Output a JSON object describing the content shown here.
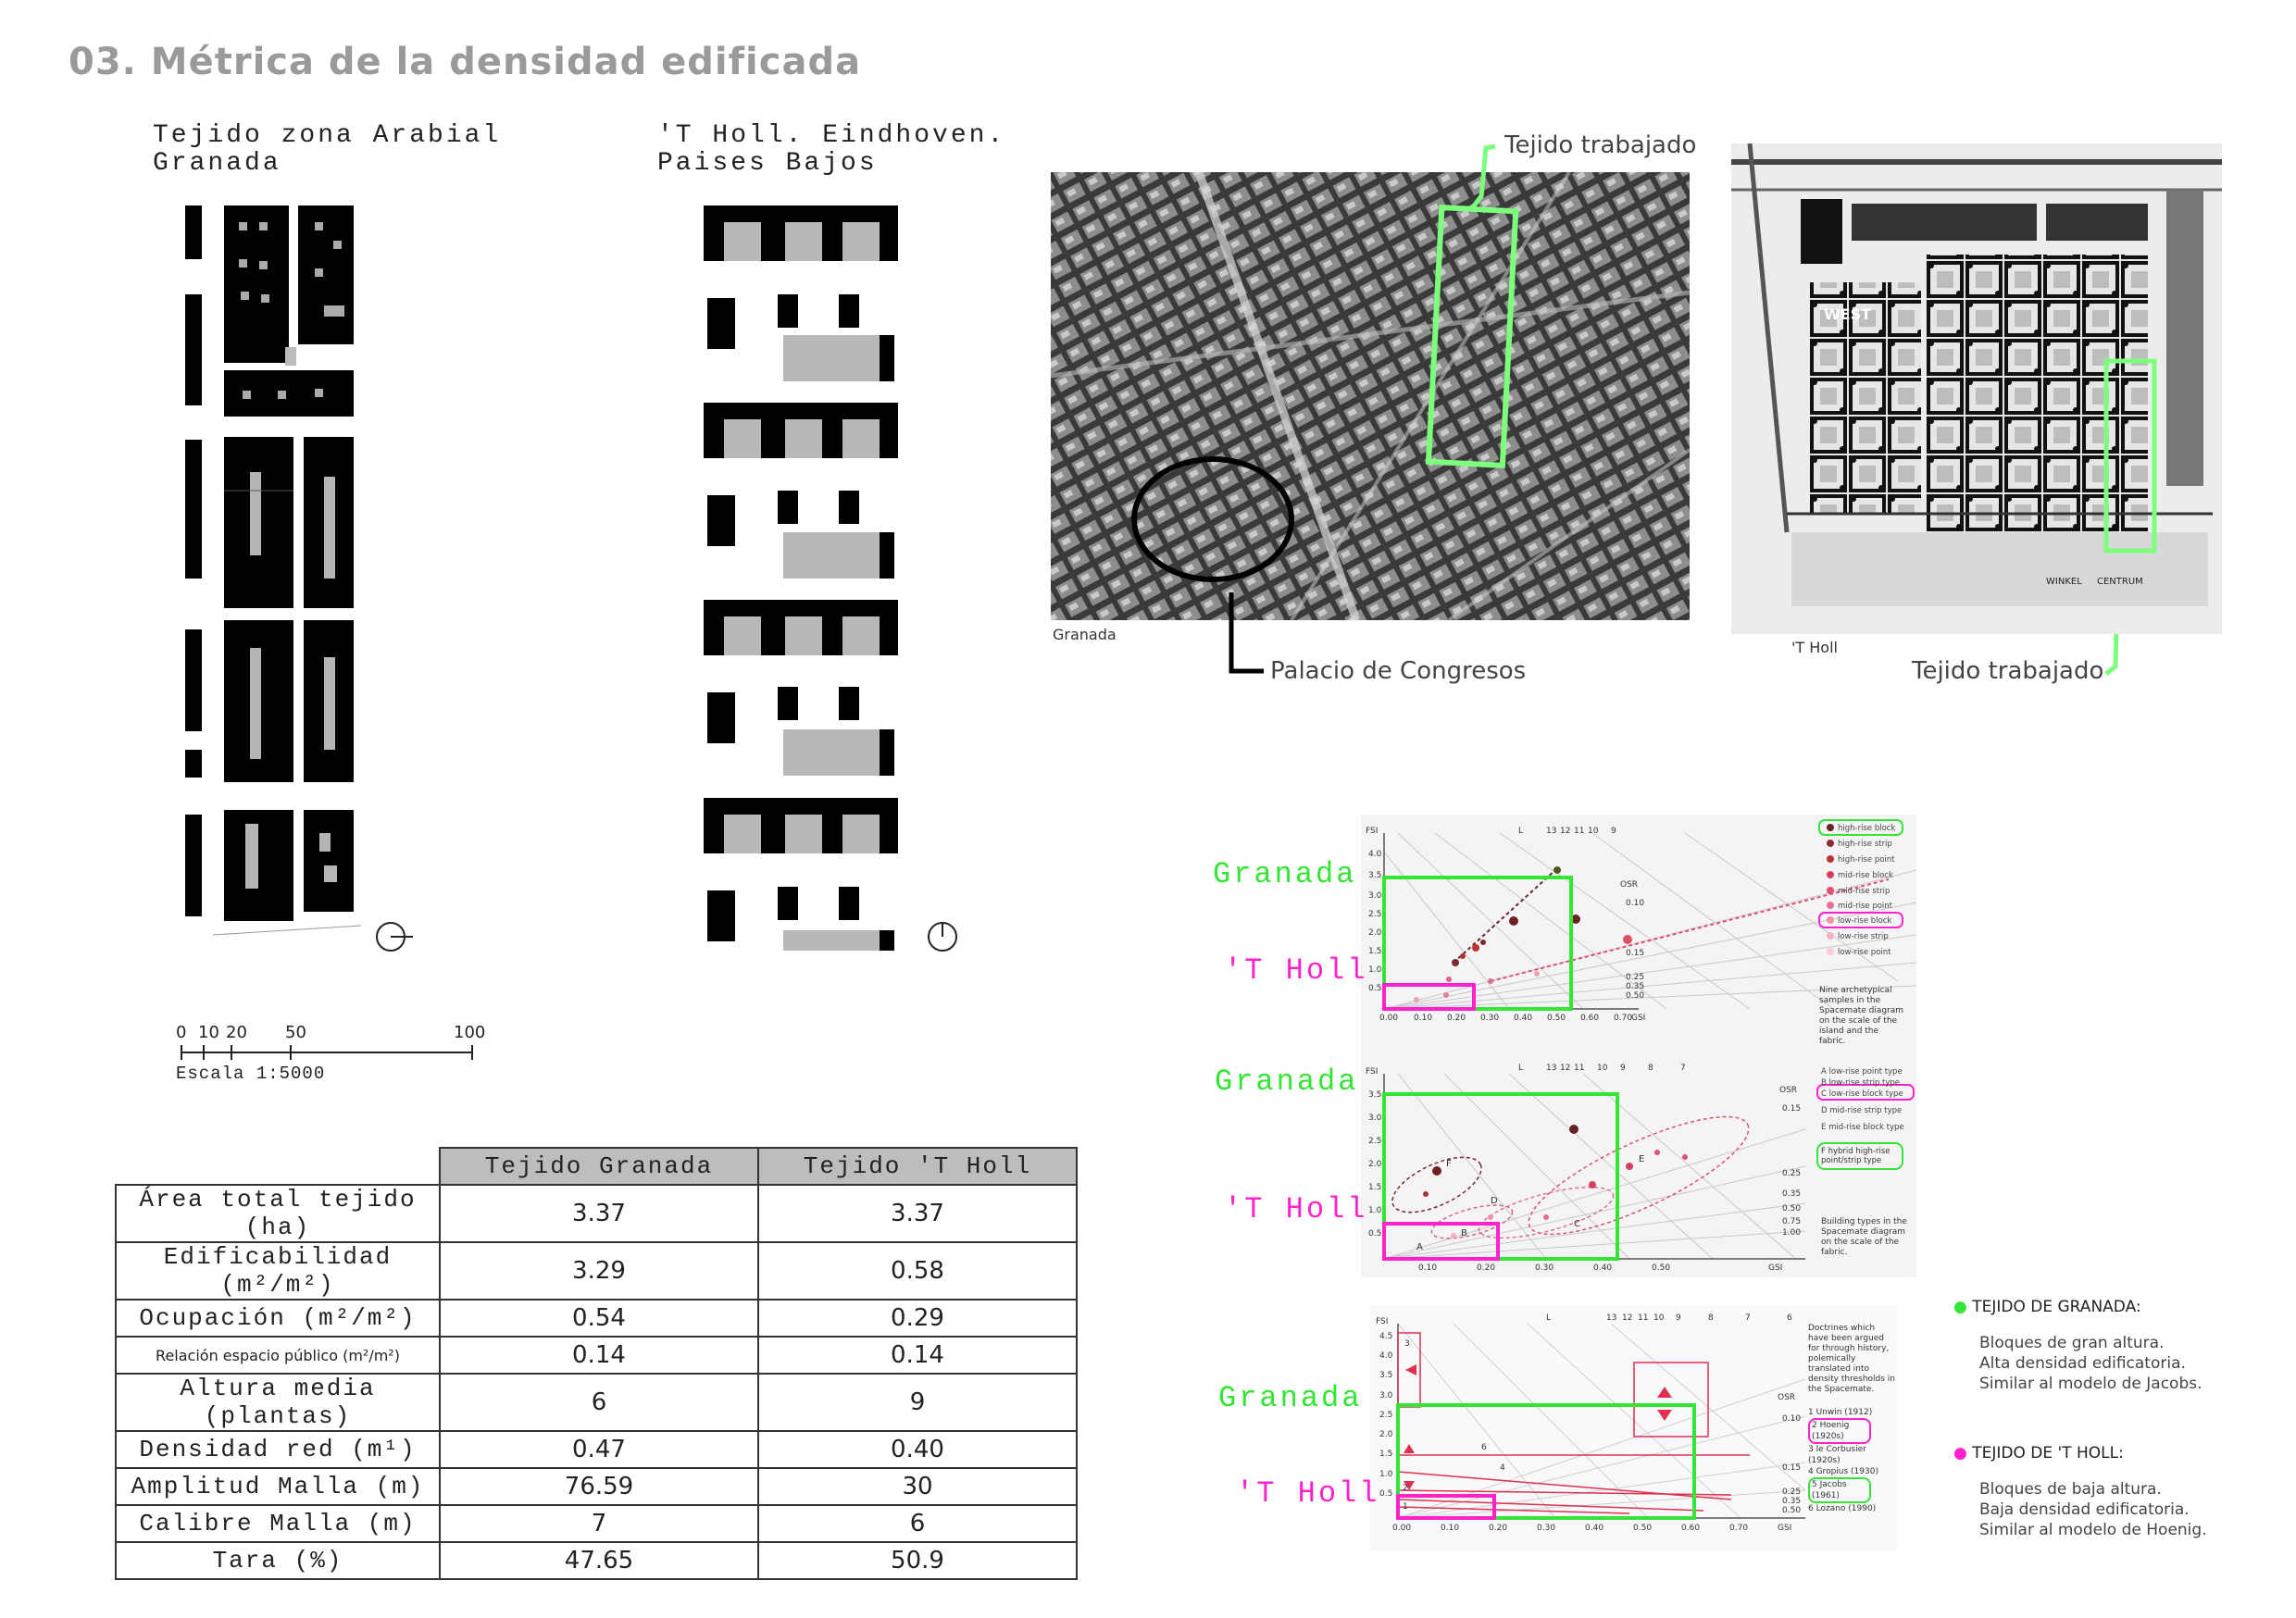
{
  "title": "03. Métrica de la densidad edificada",
  "plans": {
    "granada_title_1": "Tejido zona Arabial",
    "granada_title_2": "Granada",
    "holl_title_1": "'T Holl. Eindhoven.",
    "holl_title_2": "Paises Bajos"
  },
  "scale": {
    "ticks": [
      "0",
      "10",
      "20",
      "50",
      "100"
    ],
    "label": "Escala 1:5000"
  },
  "photos": {
    "granada_caption": "Granada",
    "holl_caption": "'T Holl",
    "tejido_trabajado": "Tejido trabajado",
    "palacio": "Palacio de Congresos",
    "plan_labels": {
      "west": "WEST",
      "winkel": "WINKEL",
      "centrum": "CENTRUM"
    }
  },
  "table": {
    "headers": [
      "Tejido Granada",
      "Tejido 'T Holl"
    ],
    "rows": [
      {
        "label": "Área total tejido (ha)",
        "granada": "3.37",
        "holl": "3.37",
        "small": false
      },
      {
        "label": "Edificabilidad (m²/m²)",
        "granada": "3.29",
        "holl": "0.58",
        "small": false
      },
      {
        "label": "Ocupación (m²/m²)",
        "granada": "0.54",
        "holl": "0.29",
        "small": false
      },
      {
        "label": "Relación espacio público (m²/m²)",
        "granada": "0.14",
        "holl": "0.14",
        "small": true
      },
      {
        "label": "Altura media (plantas)",
        "granada": "6",
        "holl": "9",
        "small": false
      },
      {
        "label": "Densidad red (m¹)",
        "granada": "0.47",
        "holl": "0.40",
        "small": false
      },
      {
        "label": "Amplitud Malla (m)",
        "granada": "76.59",
        "holl": "30",
        "small": false
      },
      {
        "label": "Calibre Malla (m)",
        "granada": "7",
        "holl": "6",
        "small": false
      },
      {
        "label": "Tara (%)",
        "granada": "47.65",
        "holl": "50.9",
        "small": false
      }
    ]
  },
  "spacemate": {
    "granada_label": "Granada",
    "holl_label": "'T Holl",
    "fsi": "FSI",
    "gsi": "GSI",
    "osr": "OSR",
    "l": "L",
    "x_ticks": [
      "0.00",
      "0.10",
      "0.20",
      "0.30",
      "0.40",
      "0.50",
      "0.60",
      "0.70"
    ],
    "x_ticks_b": [
      "0.10",
      "0.20",
      "0.30",
      "0.40",
      "0.50"
    ],
    "y_ticks": [
      "0.5",
      "1.0",
      "1.5",
      "2.0",
      "2.5",
      "3.0",
      "3.5",
      "4.0",
      "4.5"
    ],
    "y_ticks_b": [
      "0.5",
      "1.0",
      "1.5",
      "2.0",
      "2.5",
      "3.0",
      "3.5"
    ],
    "l_ticks": [
      "13",
      "12",
      "11",
      "10",
      "9",
      "8",
      "7",
      "6"
    ],
    "osr_ticks_a": [
      "0.10",
      "0.15",
      "0.25",
      "0.35",
      "0.50"
    ],
    "osr_ticks_b": [
      "0.15",
      "0.25",
      "0.35",
      "0.50",
      "0.75",
      "1.00"
    ],
    "osr_ticks_c": [
      "0.10",
      "0.15",
      "0.25",
      "0.35",
      "0.50"
    ],
    "chart1_legend": [
      "high-rise block",
      "high-rise strip",
      "high-rise point",
      "mid-rise block",
      "mid-rise strip",
      "mid-rise point",
      "low-rise block",
      "low-rise strip",
      "low-rise point"
    ],
    "chart1_note": "Nine archetypical samples in the Spacemate diagram on the scale of the island and the fabric.",
    "chart2_legend": [
      "A low-rise point type",
      "B low-rise strip type",
      "C low-rise block type",
      "D mid-rise strip type",
      "E mid-rise block type",
      "F hybrid high-rise point/strip type"
    ],
    "chart2_note": "Building types in the Spacemate diagram on the scale of the fabric.",
    "chart2_letters": [
      "A",
      "B",
      "C",
      "D",
      "E",
      "F"
    ],
    "chart3_note": "Doctrines which have been argued for through history, polemically translated into density thresholds in the Spacemate.",
    "chart3_doctrines": [
      "1 Unwin (1912)",
      "2 Hoenig (1920s)",
      "3 le Corbusier (1920s)",
      "4 Gropius (1930)",
      "5 Jacobs (1961)",
      "6 Lozano (1990)"
    ],
    "chart3_marks": [
      "3",
      "6",
      "4",
      "2",
      "1"
    ]
  },
  "notes": {
    "granada_head": "TEJIDO DE GRANADA:",
    "granada_body": [
      "Bloques de gran altura.",
      "Alta densidad edificatoria.",
      "Similar al modelo de Jacobs."
    ],
    "holl_head": "TEJIDO DE 'T HOLL:",
    "holl_body": [
      "Bloques de baja altura.",
      "Baja densidad edificatoria.",
      "Similar al modelo de Hoenig."
    ]
  },
  "colors": {
    "green": "#33e633",
    "magenta": "#ff22cc",
    "black": "#000000",
    "gray_fill": "#b8b8b8",
    "table_header": "#bdbdbd"
  }
}
